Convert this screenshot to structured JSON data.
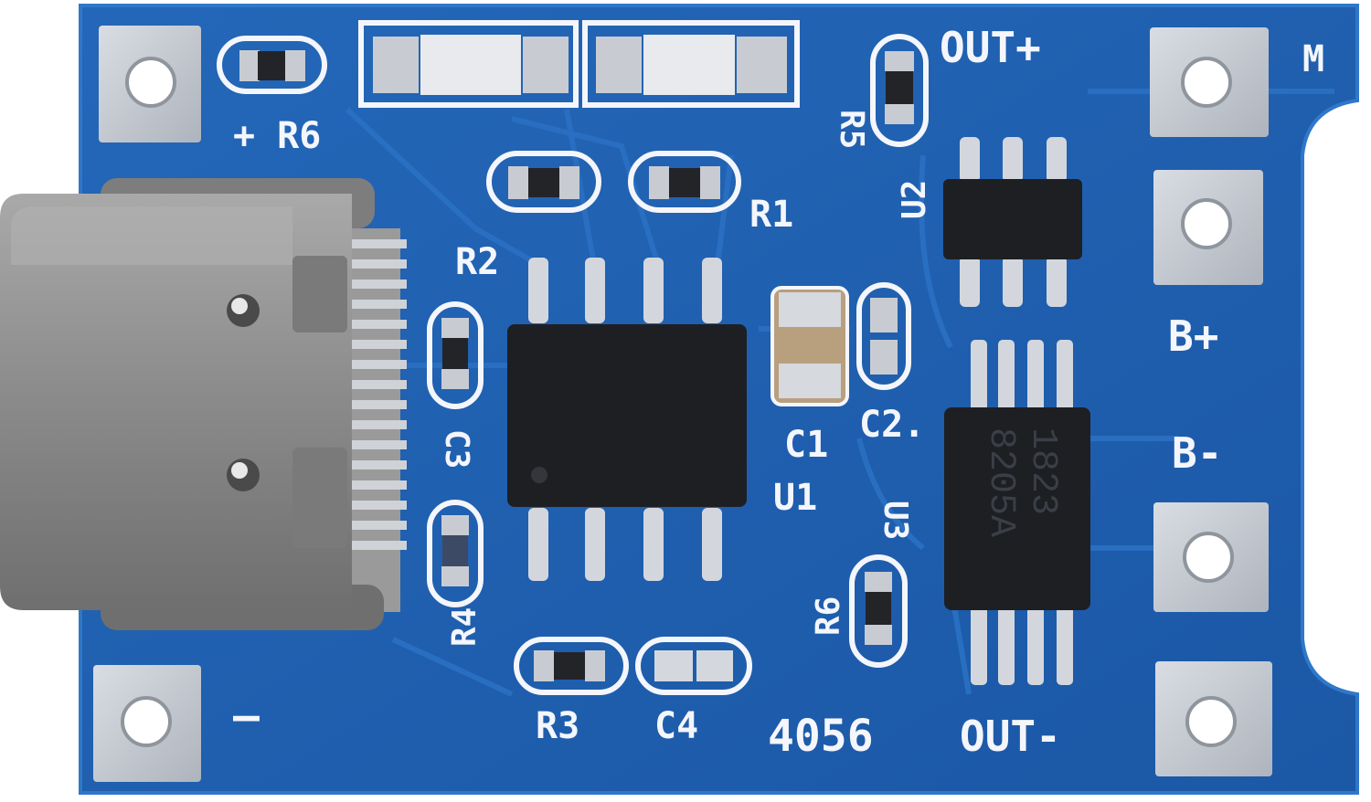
{
  "board": {
    "colors": {
      "pcb": "#1f5fb0",
      "pcb_dark": "#174e98",
      "pcb_edge": "#2c72c4",
      "silkscreen": "#f4f6fb",
      "pad": "#c9ced6",
      "chip": "#1e1f23",
      "usb_metal": "#8e8e8e"
    },
    "labels": {
      "plus_r6": "+ R6",
      "minus": "—",
      "r1": "R1",
      "r2": "R2",
      "r3": "R3",
      "r4": "R4",
      "r5": "R5",
      "r6": "R6",
      "c1": "C1",
      "c2": "C2.",
      "c3": "C3",
      "c4": "C4",
      "u1": "U1",
      "u2": "U2",
      "u3": "U3",
      "out_plus": "OUT+",
      "out_minus": "OUT-",
      "b_plus": "B+",
      "b_minus": "B-",
      "model": "4056",
      "corner_mark": "M"
    },
    "protection_chip": {
      "line1": "8205A",
      "line2": "1823"
    },
    "icons": [
      "usb-c-connector",
      "soic8-chip",
      "sot23-6-chip",
      "tssop8-chip",
      "led",
      "resistor",
      "capacitor",
      "mounting-hole"
    ]
  }
}
